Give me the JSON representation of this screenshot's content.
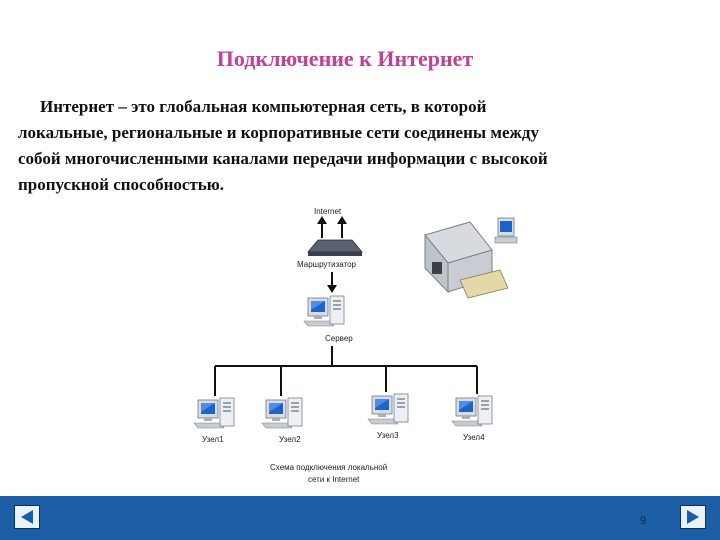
{
  "slide": {
    "title": "Подключение к Интернет",
    "paragraph": {
      "term": "Интернет",
      "line1_rest": " – это глобальная компьютерная сеть, в которой",
      "line2": "локальные, региональные и корпоративные сети соединены между",
      "line3": "собой многочисленными каналами передачи информации с высокой",
      "line4": "пропускной способностью."
    },
    "diagram": {
      "internet_label": "Internet",
      "router_label": "Маршрутизатор",
      "server_label": "Сервер",
      "nodes": [
        "Узел1",
        "Узел2",
        "Узел3",
        "Узел4"
      ],
      "caption_line1": "Схема подключения локальной",
      "caption_line2": "сети  к  Internet"
    },
    "page_number": "9",
    "nav": {
      "prev_icon": "triangle-left-icon",
      "next_icon": "triangle-right-icon"
    },
    "colors": {
      "title": "#c0409a",
      "footer": "#1d5fa6",
      "nav_arrow": "#1a5ea8"
    }
  }
}
